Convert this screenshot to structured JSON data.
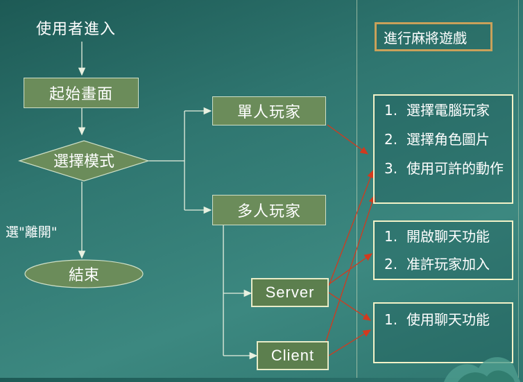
{
  "flow": {
    "start_text": "使用者進入",
    "start_screen": "起始畫面",
    "select_mode": "選擇模式",
    "exit_label": "選\"離開\"",
    "end": "結束",
    "single_player": "單人玩家",
    "multi_player": "多人玩家",
    "server": "Server",
    "client": "Client"
  },
  "right_panel": {
    "title": "進行麻將遊戲",
    "single_items": [
      {
        "num": "1.",
        "text": "選擇電腦玩家"
      },
      {
        "num": "2.",
        "text": "選擇角色圖片"
      },
      {
        "num": "3.",
        "text": "使用可許的動作"
      }
    ],
    "server_items": [
      {
        "num": "1.",
        "text": "開啟聊天功能"
      },
      {
        "num": "2.",
        "text": "准許玩家加入"
      }
    ],
    "client_items": [
      {
        "num": "1.",
        "text": "使用聊天功能"
      }
    ]
  },
  "colors": {
    "box_fill": "#6b8c5a",
    "arrow_red": "#d23a1e",
    "line_white": "#e8f0e0",
    "panel_border": "#f3f3c8",
    "title_border": "#c9a15a"
  }
}
